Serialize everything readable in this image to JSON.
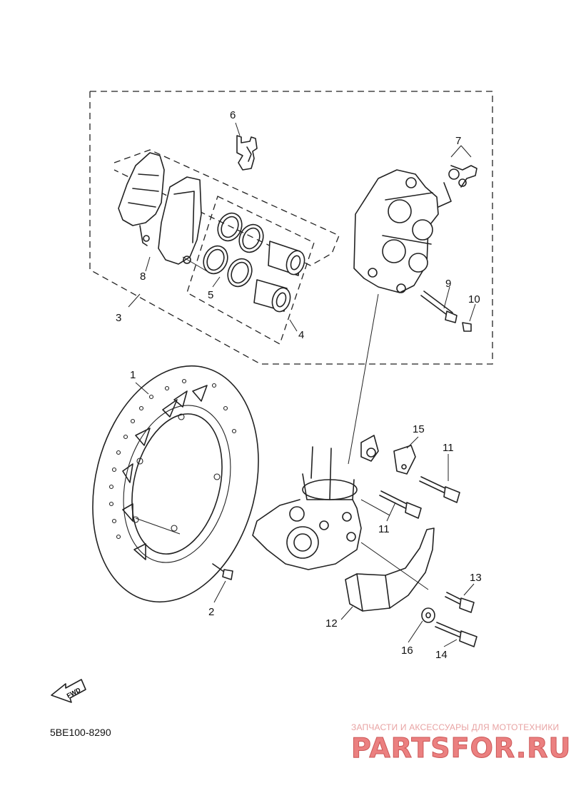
{
  "diagram": {
    "code": "5BE100-8290",
    "fwd_label": "FWD",
    "callouts": [
      "1",
      "2",
      "3",
      "4",
      "5",
      "6",
      "7",
      "8",
      "9",
      "10",
      "11",
      "11",
      "12",
      "13",
      "14",
      "15",
      "16"
    ]
  },
  "watermark": {
    "tagline": "ЗАПЧАСТИ И АКСЕССУАРЫ ДЛЯ МОТОТЕХНИКИ",
    "logo": "PARTSFOR.RU"
  }
}
